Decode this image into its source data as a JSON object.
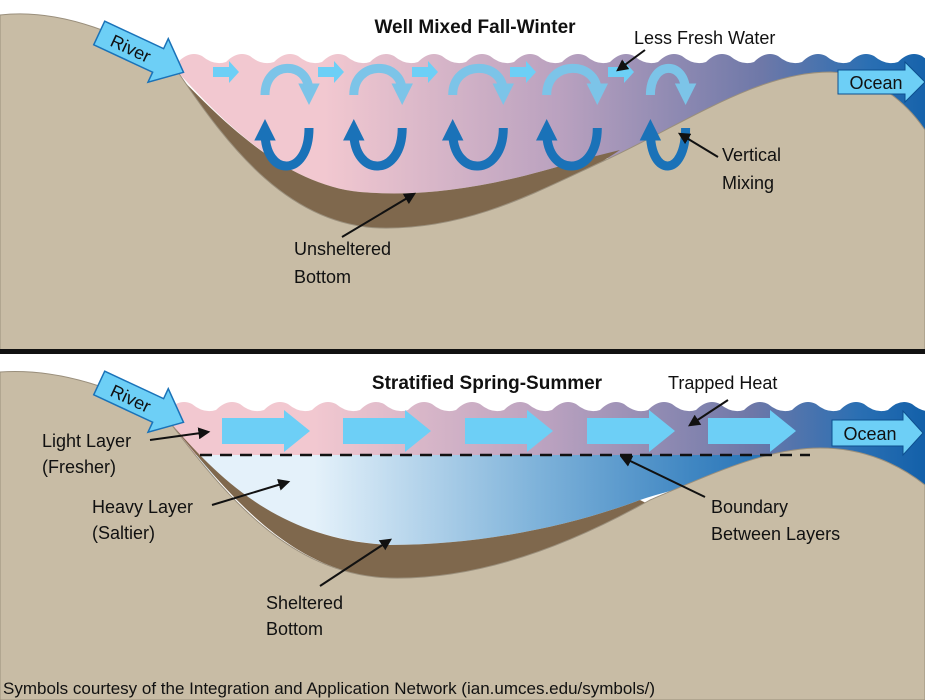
{
  "top_panel": {
    "title": "Well Mixed Fall-Winter",
    "river_label": "River",
    "ocean_label": "Ocean",
    "less_fresh_water": "Less Fresh Water",
    "vertical_mixing_line1": "Vertical",
    "vertical_mixing_line2": "Mixing",
    "bottom_line1": "Unsheltered",
    "bottom_line2": "Bottom"
  },
  "bottom_panel": {
    "title": "Stratified Spring-Summer",
    "river_label": "River",
    "ocean_label": "Ocean",
    "trapped_heat": "Trapped Heat",
    "light_layer_line1": "Light Layer",
    "light_layer_line2": "(Fresher)",
    "heavy_layer_line1": "Heavy Layer",
    "heavy_layer_line2": "(Saltier)",
    "boundary_line1": "Boundary",
    "boundary_line2": "Between Layers",
    "bottom_line1": "Sheltered",
    "bottom_line2": "Bottom"
  },
  "caption": "Symbols courtesy of the Integration and Application Network (ian.umces.edu/symbols/)",
  "colors": {
    "ground": "#c8bca5",
    "sediment": "#7f684d",
    "arrow_light": "#6dcff6",
    "mixing_dark": "#1a72b8",
    "ocean": "#1565ad"
  }
}
